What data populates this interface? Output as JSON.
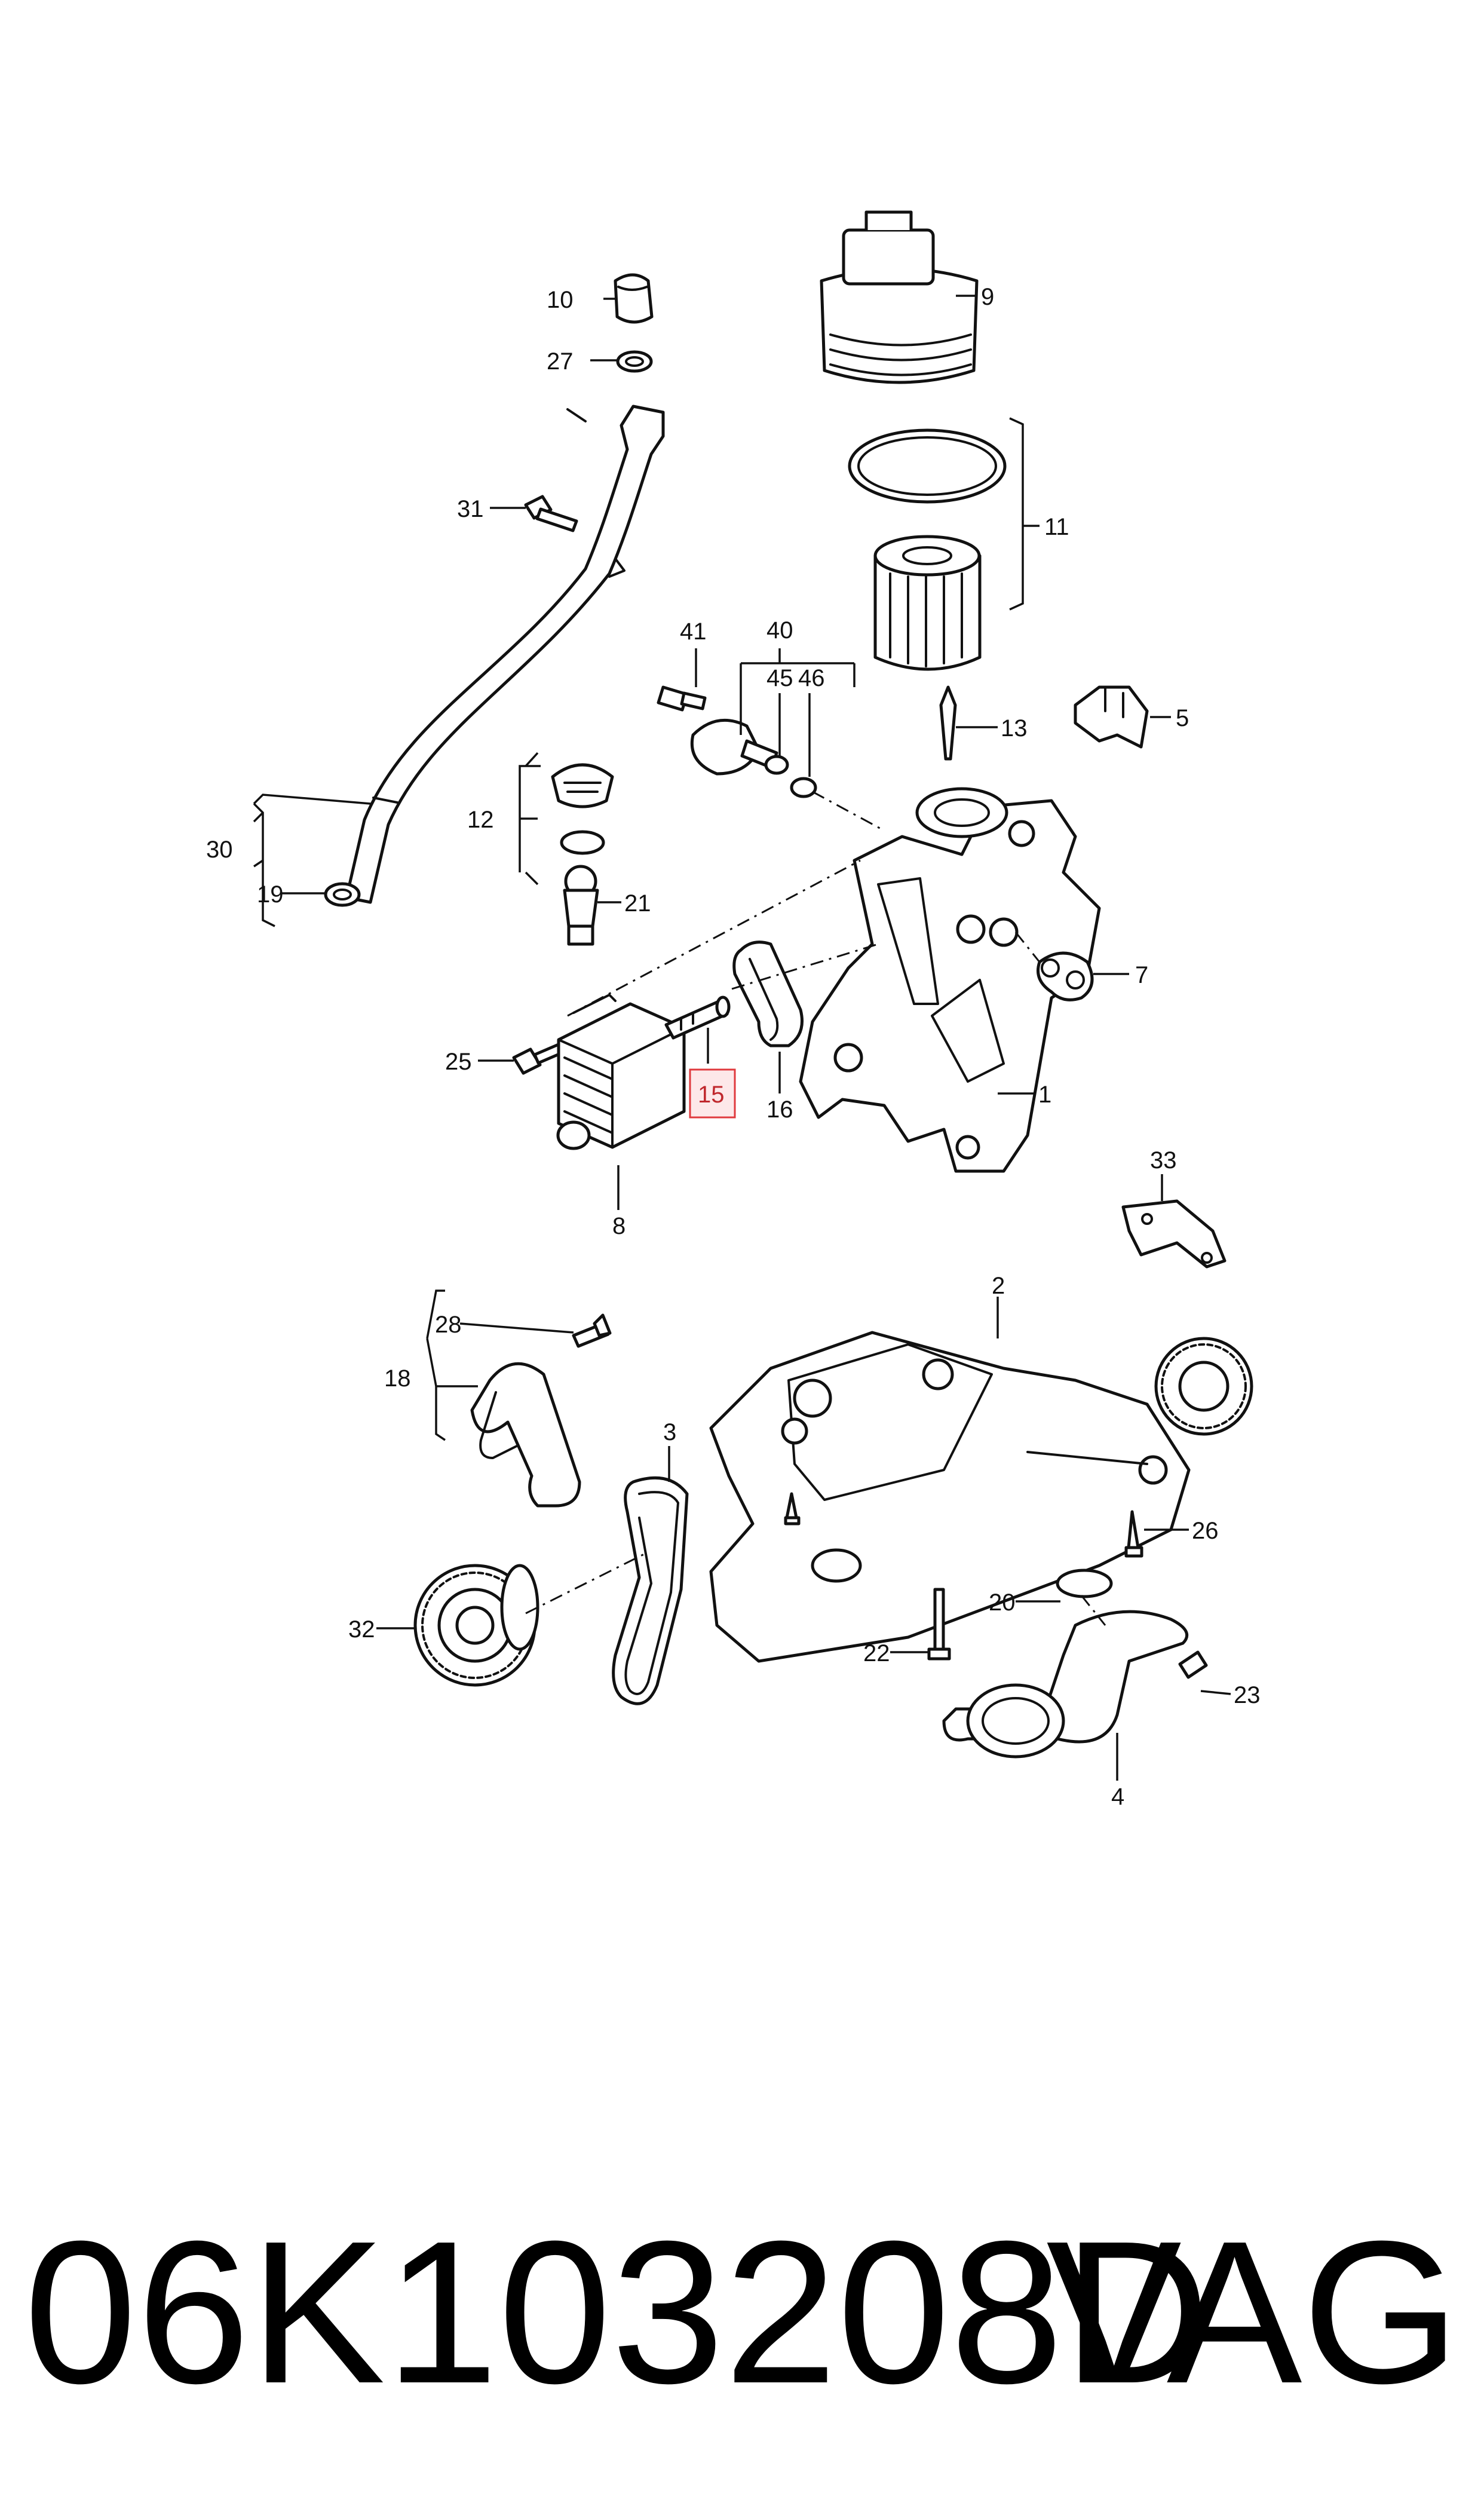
{
  "diagram": {
    "callouts": {
      "c1": "1",
      "c2": "2",
      "c3": "3",
      "c4": "4",
      "c5": "5",
      "c7": "7",
      "c8": "8",
      "c9": "9",
      "c10": "10",
      "c11": "11",
      "c12": "12",
      "c13": "13",
      "c15": "15",
      "c16": "16",
      "c18": "18",
      "c19": "19",
      "c20": "20",
      "c21": "21",
      "c22": "22",
      "c23": "23",
      "c25": "25",
      "c26": "26",
      "c27": "27",
      "c28": "28",
      "c30": "30",
      "c31": "31",
      "c32": "32",
      "c33": "33",
      "c40": "40",
      "c41": "41",
      "c45": "45",
      "c46": "46"
    },
    "highlighted_callout": "15",
    "highlight_color": "#e03a3e"
  },
  "footer": {
    "part_number": "06K103208D",
    "brand": "VAG"
  }
}
